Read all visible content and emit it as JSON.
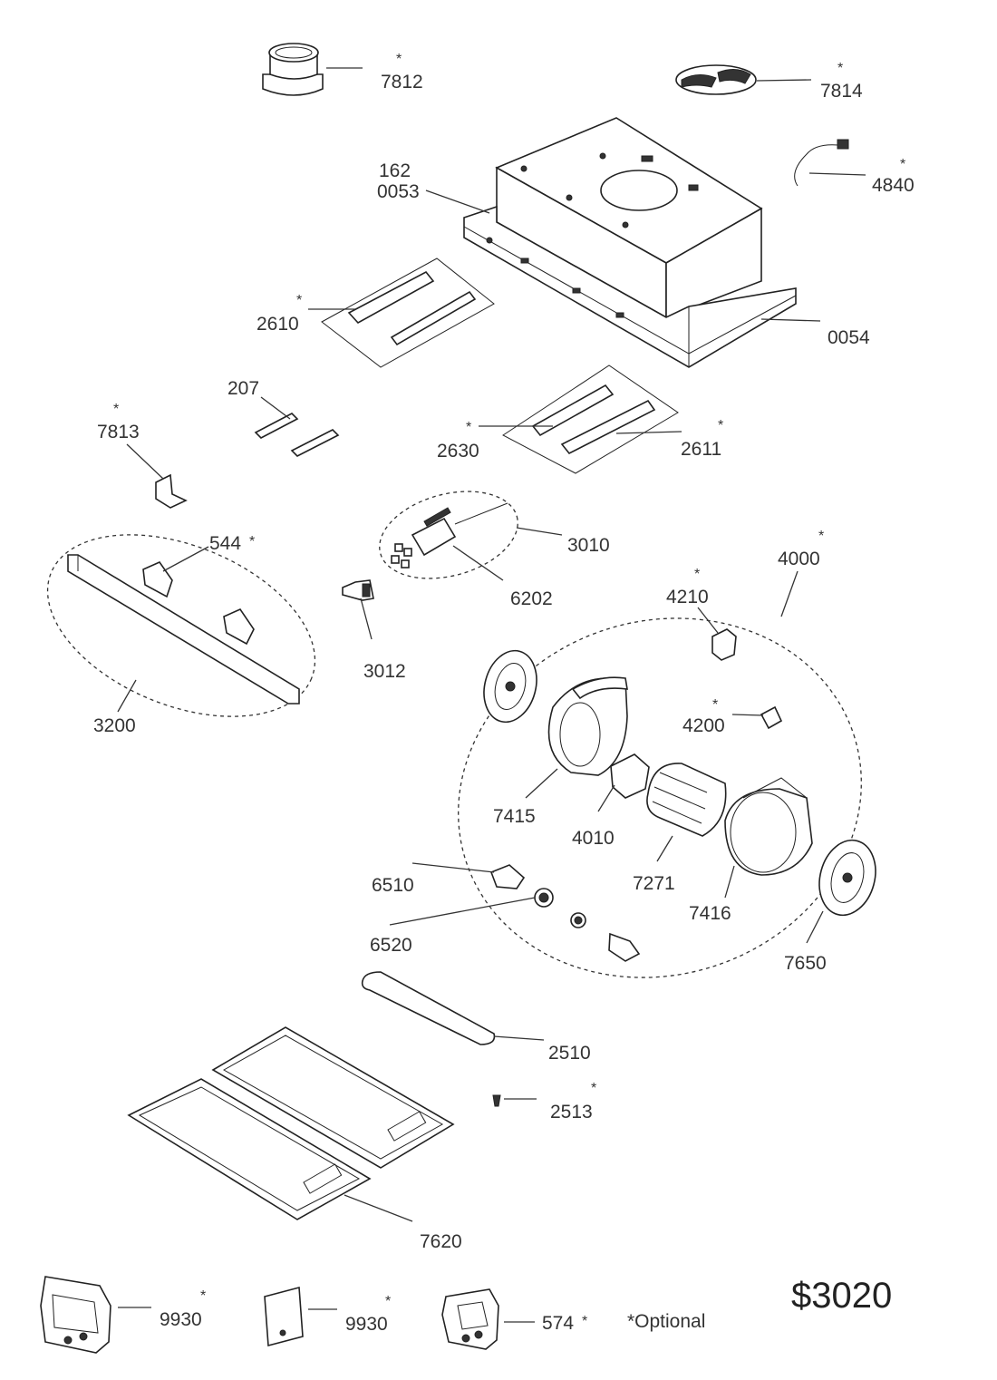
{
  "labels": {
    "p7812": "7812",
    "p7814": "7814",
    "p162": "162",
    "p0053": "0053",
    "p4840": "4840",
    "p2610": "2610",
    "p0054": "0054",
    "p207": "207",
    "p7813": "7813",
    "p2630": "2630",
    "p2611": "2611",
    "p544": "544",
    "p3010": "3010",
    "p6202": "6202",
    "p4000": "4000",
    "p4210": "4210",
    "p3012": "3012",
    "p3200": "3200",
    "p4200": "4200",
    "p7415": "7415",
    "p4010": "4010",
    "p7271": "7271",
    "p6510": "6510",
    "p7416": "7416",
    "p6520": "6520",
    "p7650": "7650",
    "p2510": "2510",
    "p2513": "2513",
    "p7620": "7620",
    "p9930a": "9930",
    "p9930b": "9930",
    "p574": "574"
  },
  "asterisk": "*",
  "optional_note": "*Optional",
  "diagram_code": "$3020"
}
